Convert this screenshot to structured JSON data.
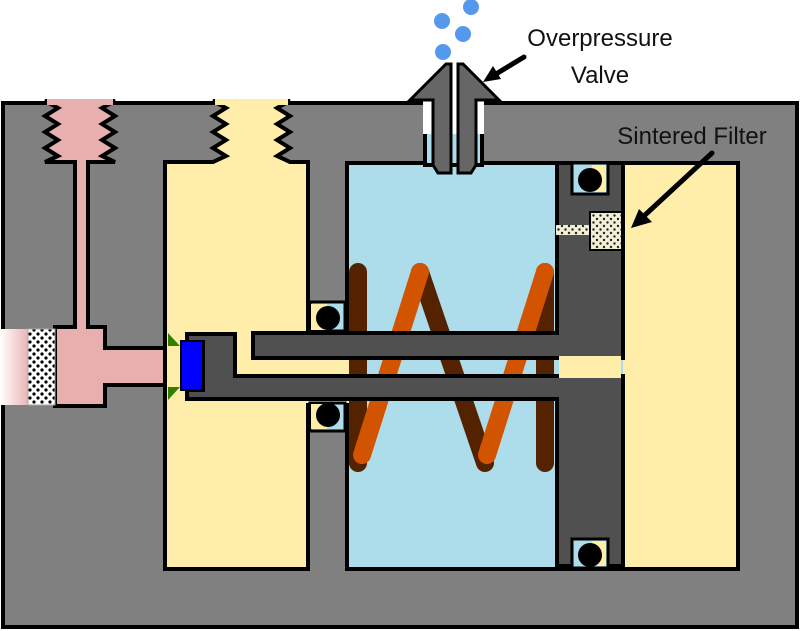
{
  "labels": {
    "valve_line1": "Overpressure",
    "valve_line2": "Valve",
    "filter": "Sintered Filter"
  },
  "colors": {
    "body": "#808080",
    "piston": "#505050",
    "inlet_fluid": "#e8afaf",
    "low_pressure_chamber": "#ffeeaa",
    "spring_chamber": "#addcea",
    "seal": "#0000ff",
    "spring_front": "#d35400",
    "spring_back": "#552200",
    "bubbles": "#5599ee",
    "seal_seat": "#338000"
  }
}
